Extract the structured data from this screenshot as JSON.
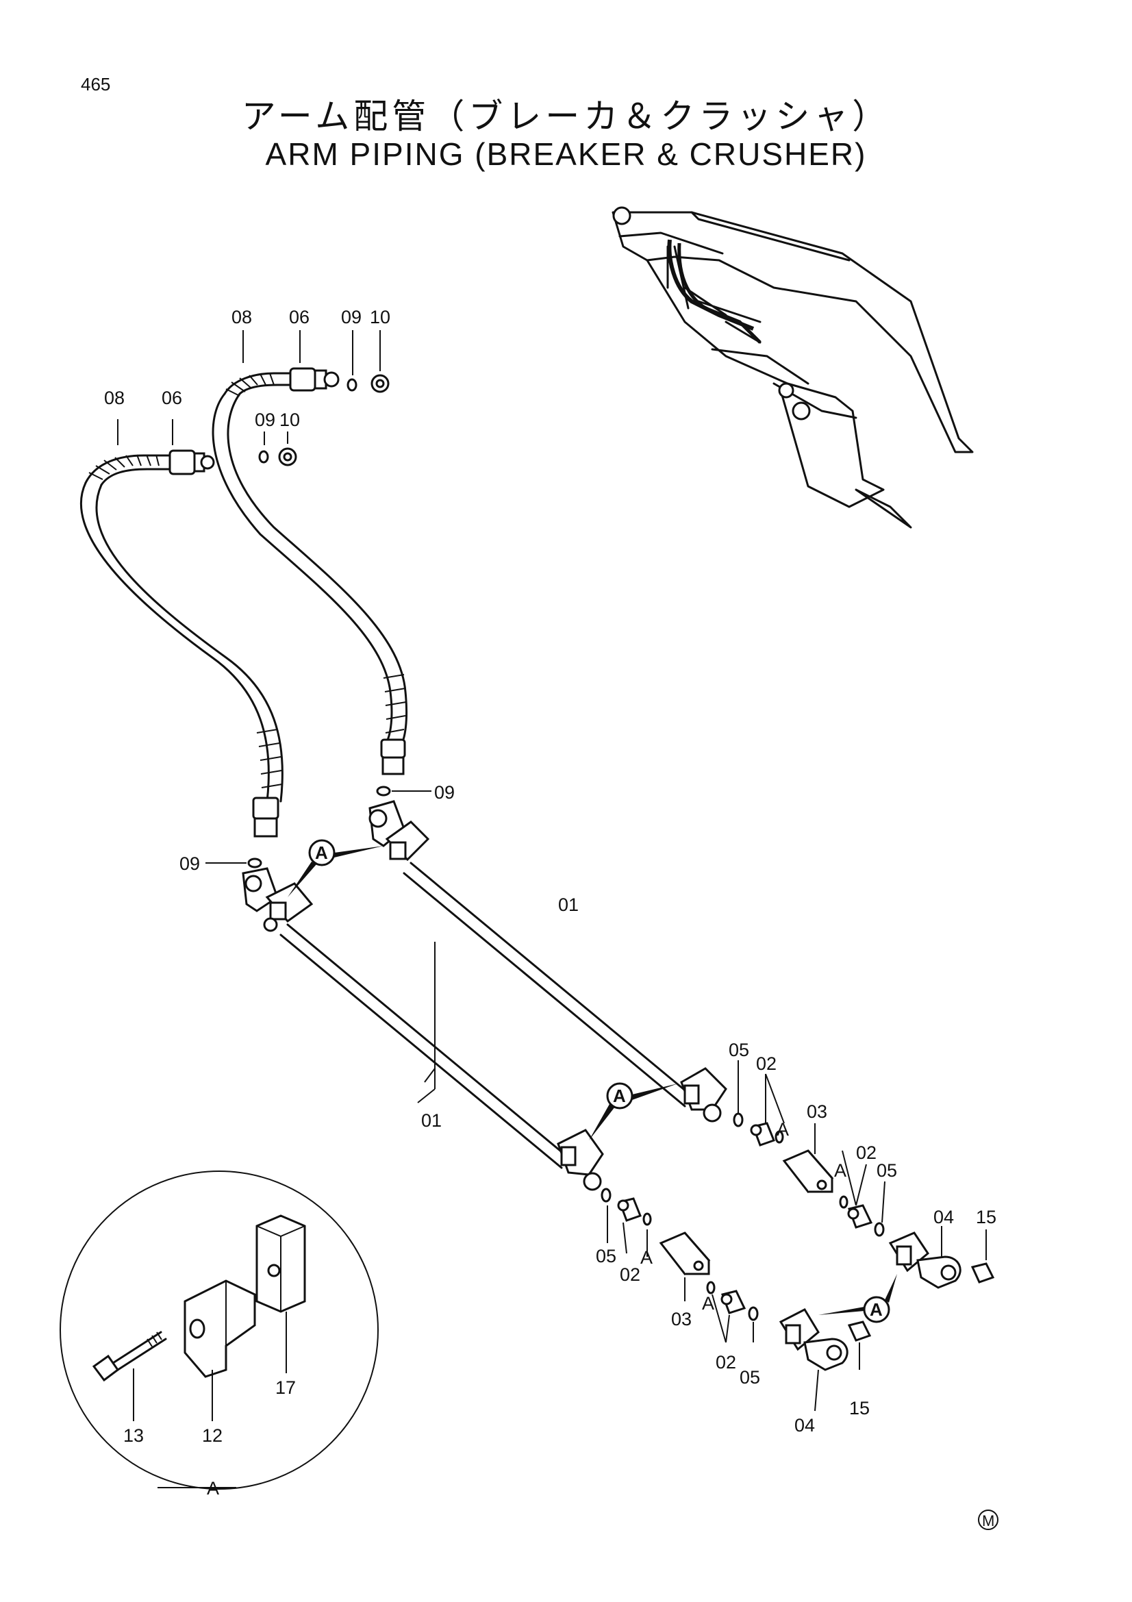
{
  "page_number": "465",
  "title_jp": "アーム配管（ブレーカ＆クラッシャ）",
  "title_en": "ARM PIPING (BREAKER & CRUSHER)",
  "callout": "A",
  "detail_label": "A",
  "mark": "M",
  "labels": {
    "l08a": "08",
    "l06a": "06",
    "l09a": "09",
    "l10a": "10",
    "l08b": "08",
    "l06b": "06",
    "l09b": "09",
    "l10b": "10",
    "l09c": "09",
    "l09d": "09",
    "l01a": "01",
    "l01b": "01",
    "l05a": "05",
    "l02a": "02",
    "l03a": "03",
    "l02b": "02",
    "l05b": "05",
    "l04a": "04",
    "l15a": "15",
    "l05c": "05",
    "l02c": "02",
    "l03b": "03",
    "l02d": "02",
    "l05d": "05",
    "l04b": "04",
    "l15b": "15",
    "lA1": "A",
    "lA2": "A",
    "lA3": "A",
    "lA4": "A",
    "l13": "13",
    "l12": "12",
    "l17": "17"
  }
}
